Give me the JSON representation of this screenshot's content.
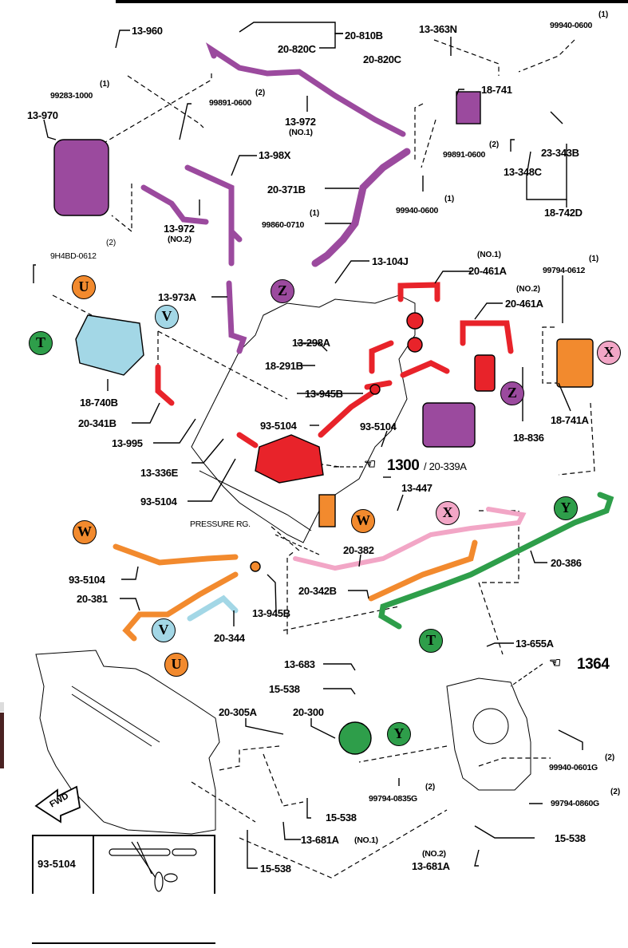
{
  "diagram": {
    "title": "Evaporative emission / vacuum hose exploded parts diagram",
    "colors": {
      "purple": "#9b4a9e",
      "red": "#e8232a",
      "orange": "#f28a2e",
      "light_blue": "#a3d7e6",
      "green": "#2e9e4a",
      "pink": "#f2a6c6",
      "line": "#000000"
    },
    "parts": [
      {
        "id": "13-960",
        "label": "13-960"
      },
      {
        "id": "20-810B",
        "label": "20-810B"
      },
      {
        "id": "20-820C-a",
        "label": "20-820C"
      },
      {
        "id": "20-820C-b",
        "label": "20-820C"
      },
      {
        "id": "13-363N",
        "label": "13-363N"
      },
      {
        "id": "99940-0600-a",
        "label": "99940-0600",
        "qty": "(1)"
      },
      {
        "id": "99283-1000",
        "label": "99283-1000",
        "qty": "(1)"
      },
      {
        "id": "99891-0600-a",
        "label": "99891-0600",
        "qty": "(2)"
      },
      {
        "id": "13-972-no1",
        "label": "13-972",
        "sub": "(NO.1)"
      },
      {
        "id": "18-741",
        "label": "18-741"
      },
      {
        "id": "13-970",
        "label": "13-970"
      },
      {
        "id": "13-98X",
        "label": "13-98X"
      },
      {
        "id": "99891-0600-b",
        "label": "99891-0600",
        "qty": "(2)"
      },
      {
        "id": "23-343B",
        "label": "23-343B"
      },
      {
        "id": "13-348C",
        "label": "13-348C"
      },
      {
        "id": "20-371B",
        "label": "20-371B"
      },
      {
        "id": "99860-0710",
        "label": "99860-0710",
        "qty": "(1)"
      },
      {
        "id": "99940-0600-b",
        "label": "99940-0600",
        "qty": "(1)"
      },
      {
        "id": "18-742D",
        "label": "18-742D"
      },
      {
        "id": "13-972-no2",
        "label": "13-972",
        "sub": "(NO.2)"
      },
      {
        "id": "9H4BD-0612",
        "label": "9H4BD-0612",
        "qty": "(2)"
      },
      {
        "id": "13-104J",
        "label": "13-104J"
      },
      {
        "id": "20-461A-no1",
        "label": "20-461A",
        "sub": "(NO.1)"
      },
      {
        "id": "99794-0612",
        "label": "99794-0612",
        "qty": "(1)"
      },
      {
        "id": "13-973A",
        "label": "13-973A"
      },
      {
        "id": "20-461A-no2",
        "label": "20-461A",
        "sub": "(NO.2)"
      },
      {
        "id": "13-298A",
        "label": "13-298A"
      },
      {
        "id": "18-291B",
        "label": "18-291B"
      },
      {
        "id": "13-945B-a",
        "label": "13-945B"
      },
      {
        "id": "18-740B",
        "label": "18-740B"
      },
      {
        "id": "20-341B",
        "label": "20-341B"
      },
      {
        "id": "93-5104-a",
        "label": "93-5104"
      },
      {
        "id": "93-5104-b",
        "label": "93-5104"
      },
      {
        "id": "18-836",
        "label": "18-836"
      },
      {
        "id": "18-741A",
        "label": "18-741A"
      },
      {
        "id": "13-995",
        "label": "13-995"
      },
      {
        "id": "13-336E",
        "label": "13-336E"
      },
      {
        "id": "20-339A",
        "label": "20-339A"
      },
      {
        "id": "13-447",
        "label": "13-447"
      },
      {
        "id": "93-5104-c",
        "label": "93-5104"
      },
      {
        "id": "pressure-rg",
        "label": "PRESSURE RG."
      },
      {
        "id": "20-382",
        "label": "20-382"
      },
      {
        "id": "20-386",
        "label": "20-386"
      },
      {
        "id": "93-5104-d",
        "label": "93-5104"
      },
      {
        "id": "20-342B",
        "label": "20-342B"
      },
      {
        "id": "20-381",
        "label": "20-381"
      },
      {
        "id": "13-945B-b",
        "label": "13-945B"
      },
      {
        "id": "20-344",
        "label": "20-344"
      },
      {
        "id": "13-655A",
        "label": "13-655A"
      },
      {
        "id": "13-683",
        "label": "13-683"
      },
      {
        "id": "15-538-a",
        "label": "15-538"
      },
      {
        "id": "20-305A",
        "label": "20-305A"
      },
      {
        "id": "20-300",
        "label": "20-300"
      },
      {
        "id": "99940-0601G",
        "label": "99940-0601G",
        "qty": "(2)"
      },
      {
        "id": "99794-0835G",
        "label": "99794-0835G",
        "qty": "(2)"
      },
      {
        "id": "99794-0860G",
        "label": "99794-0860G",
        "qty": "(2)"
      },
      {
        "id": "15-538-b",
        "label": "15-538"
      },
      {
        "id": "15-538-c",
        "label": "15-538"
      },
      {
        "id": "13-681A-no1",
        "label": "13-681A",
        "sub": "(NO.1)"
      },
      {
        "id": "13-681A-no2",
        "label": "13-681A",
        "sub": "(NO.2)"
      },
      {
        "id": "15-538-d",
        "label": "15-538"
      }
    ],
    "references": [
      {
        "id": "ref-1300",
        "label": "1300",
        "suffix": "/ 20-339A"
      },
      {
        "id": "ref-1364",
        "label": "1364"
      }
    ],
    "connectors": {
      "U": {
        "letter": "U",
        "color": "#f28a2e"
      },
      "T": {
        "letter": "T",
        "color": "#2e9e4a"
      },
      "V": {
        "letter": "V",
        "color": "#a3d7e6"
      },
      "Z": {
        "letter": "Z",
        "color": "#9b4a9e"
      },
      "X": {
        "letter": "X",
        "color": "#f2a6c6"
      },
      "W": {
        "letter": "W",
        "color": "#f28a2e"
      },
      "Y": {
        "letter": "Y",
        "color": "#2e9e4a"
      }
    },
    "fwd_label": "FWD",
    "legend": {
      "code": "93-5104",
      "meaning": "cut hose to length (scissors icon)"
    }
  }
}
